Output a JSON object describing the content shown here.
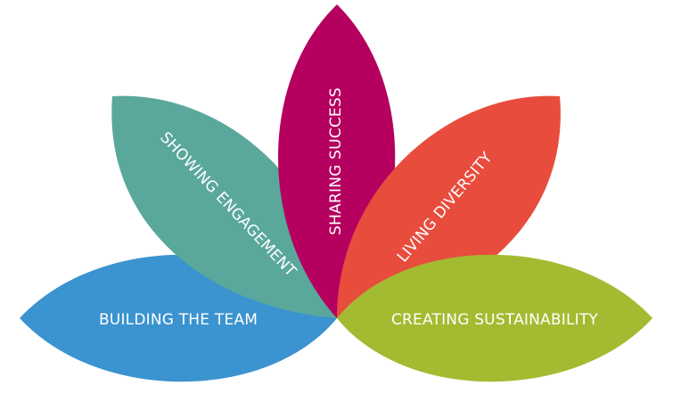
{
  "petals": [
    {
      "id": "building",
      "label": "BUILDING THE TEAM",
      "color": "#3b93d0"
    },
    {
      "id": "engagement",
      "label": "SHOWING ENGAGEMENT",
      "color": "#5aa79c"
    },
    {
      "id": "success",
      "label": "SHARING SUCCESS",
      "color": "#b5005f"
    },
    {
      "id": "diversity",
      "label": "LIVING DIVERSITY",
      "color": "#e84c3d"
    },
    {
      "id": "sustainability",
      "label": "CREATING SUSTAINABILITY",
      "color": "#a3bb31"
    }
  ]
}
